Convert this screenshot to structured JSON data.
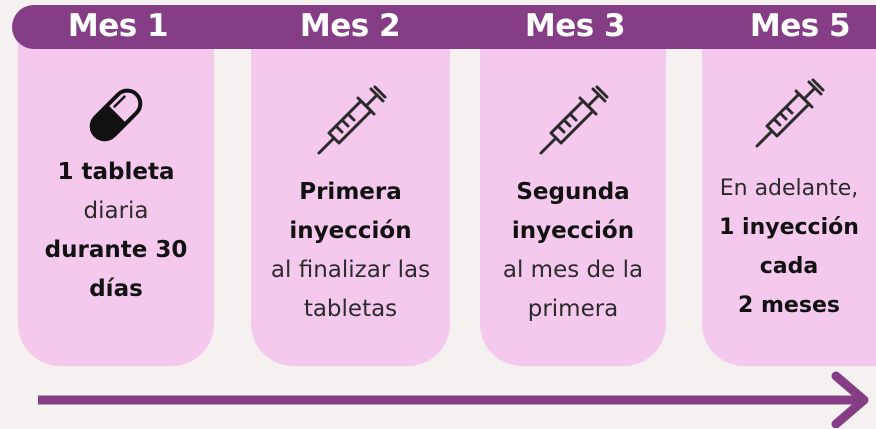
{
  "months": [
    "Mes 1",
    "Mes 2",
    "Mes 3",
    "Mes 5"
  ],
  "cards": [
    {
      "icon": "pill-capsule-icon",
      "lines": [
        {
          "text": "1 tableta",
          "bold": true
        },
        {
          "text": "diaria",
          "bold": false
        },
        {
          "text": "durante 30",
          "bold": true
        },
        {
          "text": "días",
          "bold": true
        }
      ]
    },
    {
      "icon": "syringe-icon",
      "lines": [
        {
          "text": "Primera",
          "bold": true
        },
        {
          "text": "inyección",
          "bold": true
        },
        {
          "text": "al finalizar las",
          "bold": false
        },
        {
          "text": "tabletas",
          "bold": false
        }
      ]
    },
    {
      "icon": "syringe-icon",
      "lines": [
        {
          "text": "Segunda",
          "bold": true
        },
        {
          "text": "inyección",
          "bold": true
        },
        {
          "text": "al mes de la",
          "bold": false
        },
        {
          "text": "primera",
          "bold": false
        }
      ]
    },
    {
      "icon": "syringe-icon",
      "lines": [
        {
          "text": "En adelante,",
          "bold": false
        },
        {
          "text": "1 inyección",
          "bold": true
        },
        {
          "text": "cada",
          "bold": true
        },
        {
          "text": "2 meses",
          "bold": true
        }
      ]
    }
  ],
  "colors": {
    "header": "#853d86",
    "card": "#f5c9ee",
    "arrow": "#853d86",
    "background": "#f4f1f0"
  }
}
